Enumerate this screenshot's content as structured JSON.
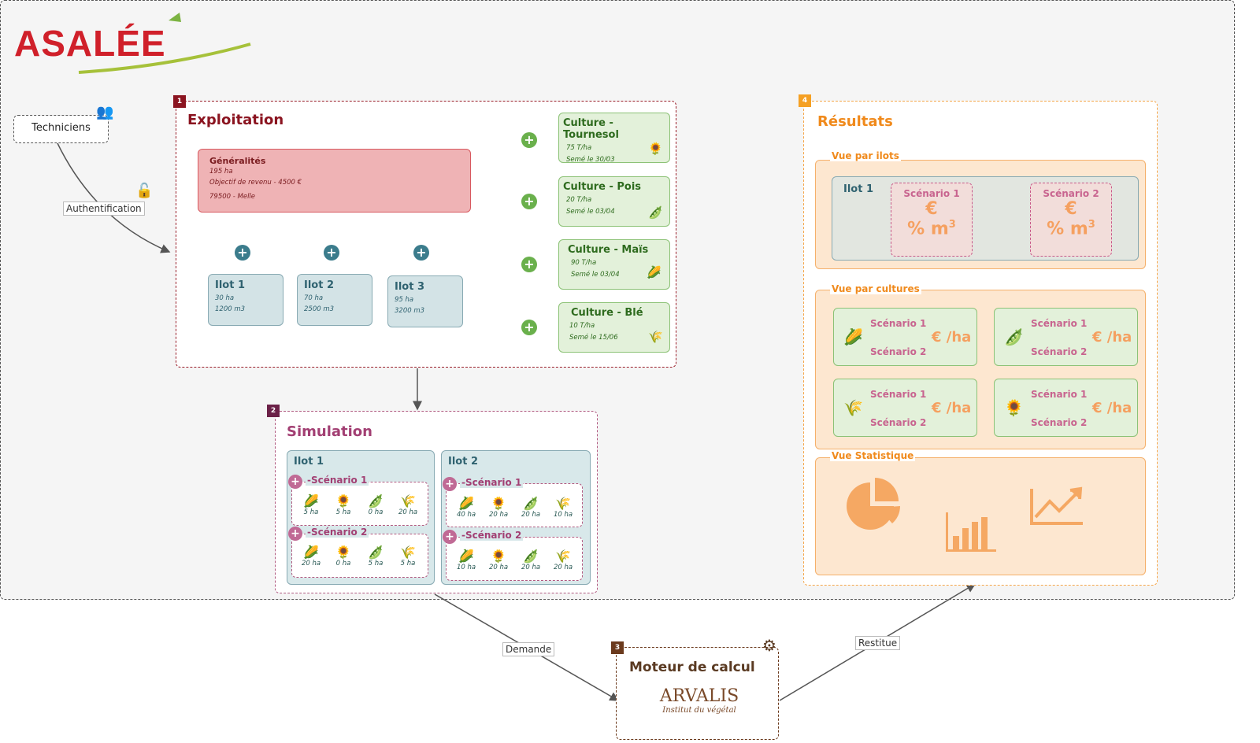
{
  "brand": {
    "name": "ASALÉE",
    "color": "#d0202a",
    "swoosh": "#a6c13a"
  },
  "actors": {
    "techniciens": "Techniciens",
    "auth_label": "Authentification",
    "people_icon": "group-icon",
    "lock_icon": "unlock-icon"
  },
  "exploitation": {
    "number": "1",
    "title": "Exploitation",
    "generalites": {
      "title": "Généralités",
      "lines": [
        "195 ha",
        "Objectif de revenu - 4500 €",
        "79500 - Melle"
      ]
    },
    "ilots": [
      {
        "name": "Ilot 1",
        "area": "30 ha",
        "volume": "1200 m3"
      },
      {
        "name": "Ilot 2",
        "area": "70 ha",
        "volume": "2500 m3"
      },
      {
        "name": "Ilot 3",
        "area": "95 ha",
        "volume": "3200 m3"
      }
    ],
    "cultures": [
      {
        "name": "Culture - Tournesol",
        "yield": "75 T/ha",
        "date": "Semé le 30/03",
        "icon": "sunflower-icon"
      },
      {
        "name": "Culture - Pois",
        "yield": "20 T/ha",
        "date": "Semé le 03/04",
        "icon": "pea-icon"
      },
      {
        "name": "Culture - Maïs",
        "yield": "90 T/ha",
        "date": "Semé le 03/04",
        "icon": "corn-icon"
      },
      {
        "name": "Culture - Blé",
        "yield": "10 T/ha",
        "date": "Semé le 15/06",
        "icon": "wheat-icon"
      }
    ]
  },
  "simulation": {
    "number": "2",
    "title": "Simulation",
    "ilots": [
      {
        "name": "Ilot 1",
        "scenarios": [
          {
            "name": "-Scénario 1",
            "values": [
              "5 ha",
              "5 ha",
              "0 ha",
              "20 ha"
            ]
          },
          {
            "name": "-Scénario 2",
            "values": [
              "20 ha",
              "0 ha",
              "5 ha",
              "5 ha"
            ]
          }
        ]
      },
      {
        "name": "Ilot 2",
        "scenarios": [
          {
            "name": "-Scénario 1",
            "values": [
              "40 ha",
              "20 ha",
              "20 ha",
              "10 ha"
            ]
          },
          {
            "name": "-Scénario 2",
            "values": [
              "10 ha",
              "20 ha",
              "20 ha",
              "20 ha"
            ]
          }
        ]
      }
    ]
  },
  "moteur": {
    "number": "3",
    "title": "Moteur de calcul",
    "logo_main": "ARVALIS",
    "logo_sub": "Institut du végétal",
    "gear_icon": "gears-icon"
  },
  "resultats": {
    "number": "4",
    "title": "Résultats",
    "vue_ilots": {
      "label": "Vue par ilots",
      "ilot": "Ilot 1",
      "scenarios": [
        "Scénario 1",
        "Scénario 2"
      ],
      "euro": "€",
      "pct": "% m",
      "sup": "3"
    },
    "vue_cultures": {
      "label": "Vue par cultures",
      "s1": "Scénario 1",
      "s2": "Scénario 2",
      "unit": "€ /ha"
    },
    "vue_stat": {
      "label": "Vue Statistique"
    }
  },
  "arrows": {
    "demande": "Demande",
    "restitue": "Restitue"
  }
}
